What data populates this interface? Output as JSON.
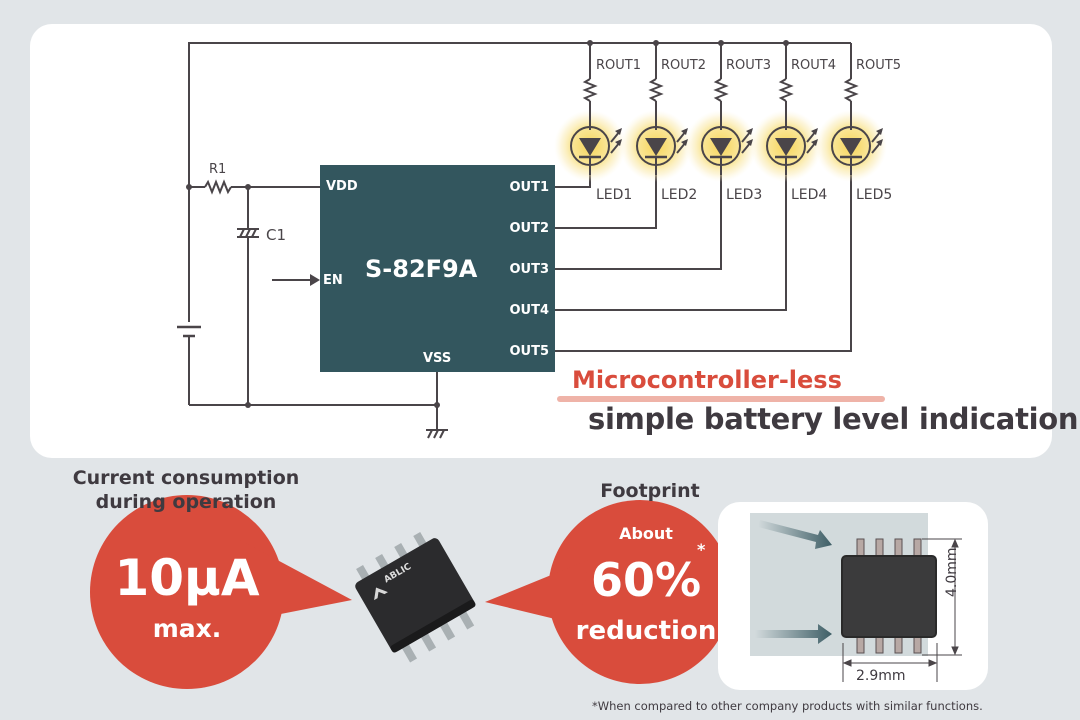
{
  "circuit": {
    "ic": {
      "name": "S-82F9A",
      "pins_left": [
        "VDD",
        "EN"
      ],
      "pins_right": [
        "OUT1",
        "OUT2",
        "OUT3",
        "OUT4",
        "OUT5"
      ],
      "pin_bottom": "VSS"
    },
    "components": {
      "resistor": "R1",
      "capacitor": "C1",
      "output_resistors": [
        "ROUT1",
        "ROUT2",
        "ROUT3",
        "ROUT4",
        "ROUT5"
      ],
      "leds": [
        "LED1",
        "LED2",
        "LED3",
        "LED4",
        "LED5"
      ]
    }
  },
  "tagline": {
    "highlight": "Microcontroller-less",
    "text": "simple battery level indication"
  },
  "current": {
    "title_line1": "Current consumption",
    "title_line2": "during operation",
    "value": "10μA",
    "qualifier": "max."
  },
  "package": {
    "brand": "ABLIC"
  },
  "footprint": {
    "title": "Footprint",
    "prefix": "About",
    "value": "60%",
    "asterisk": "*",
    "suffix": "reduction",
    "height_dim": "4.0mm",
    "width_dim": "2.9mm"
  },
  "footnote": "*When compared to other company products with similar functions.",
  "colors": {
    "accent_red": "#d94c3c",
    "ic_teal": "#33565e",
    "wire": "#4a4549",
    "led_glow": "#f7dc6f",
    "background": "#e1e5e8"
  }
}
